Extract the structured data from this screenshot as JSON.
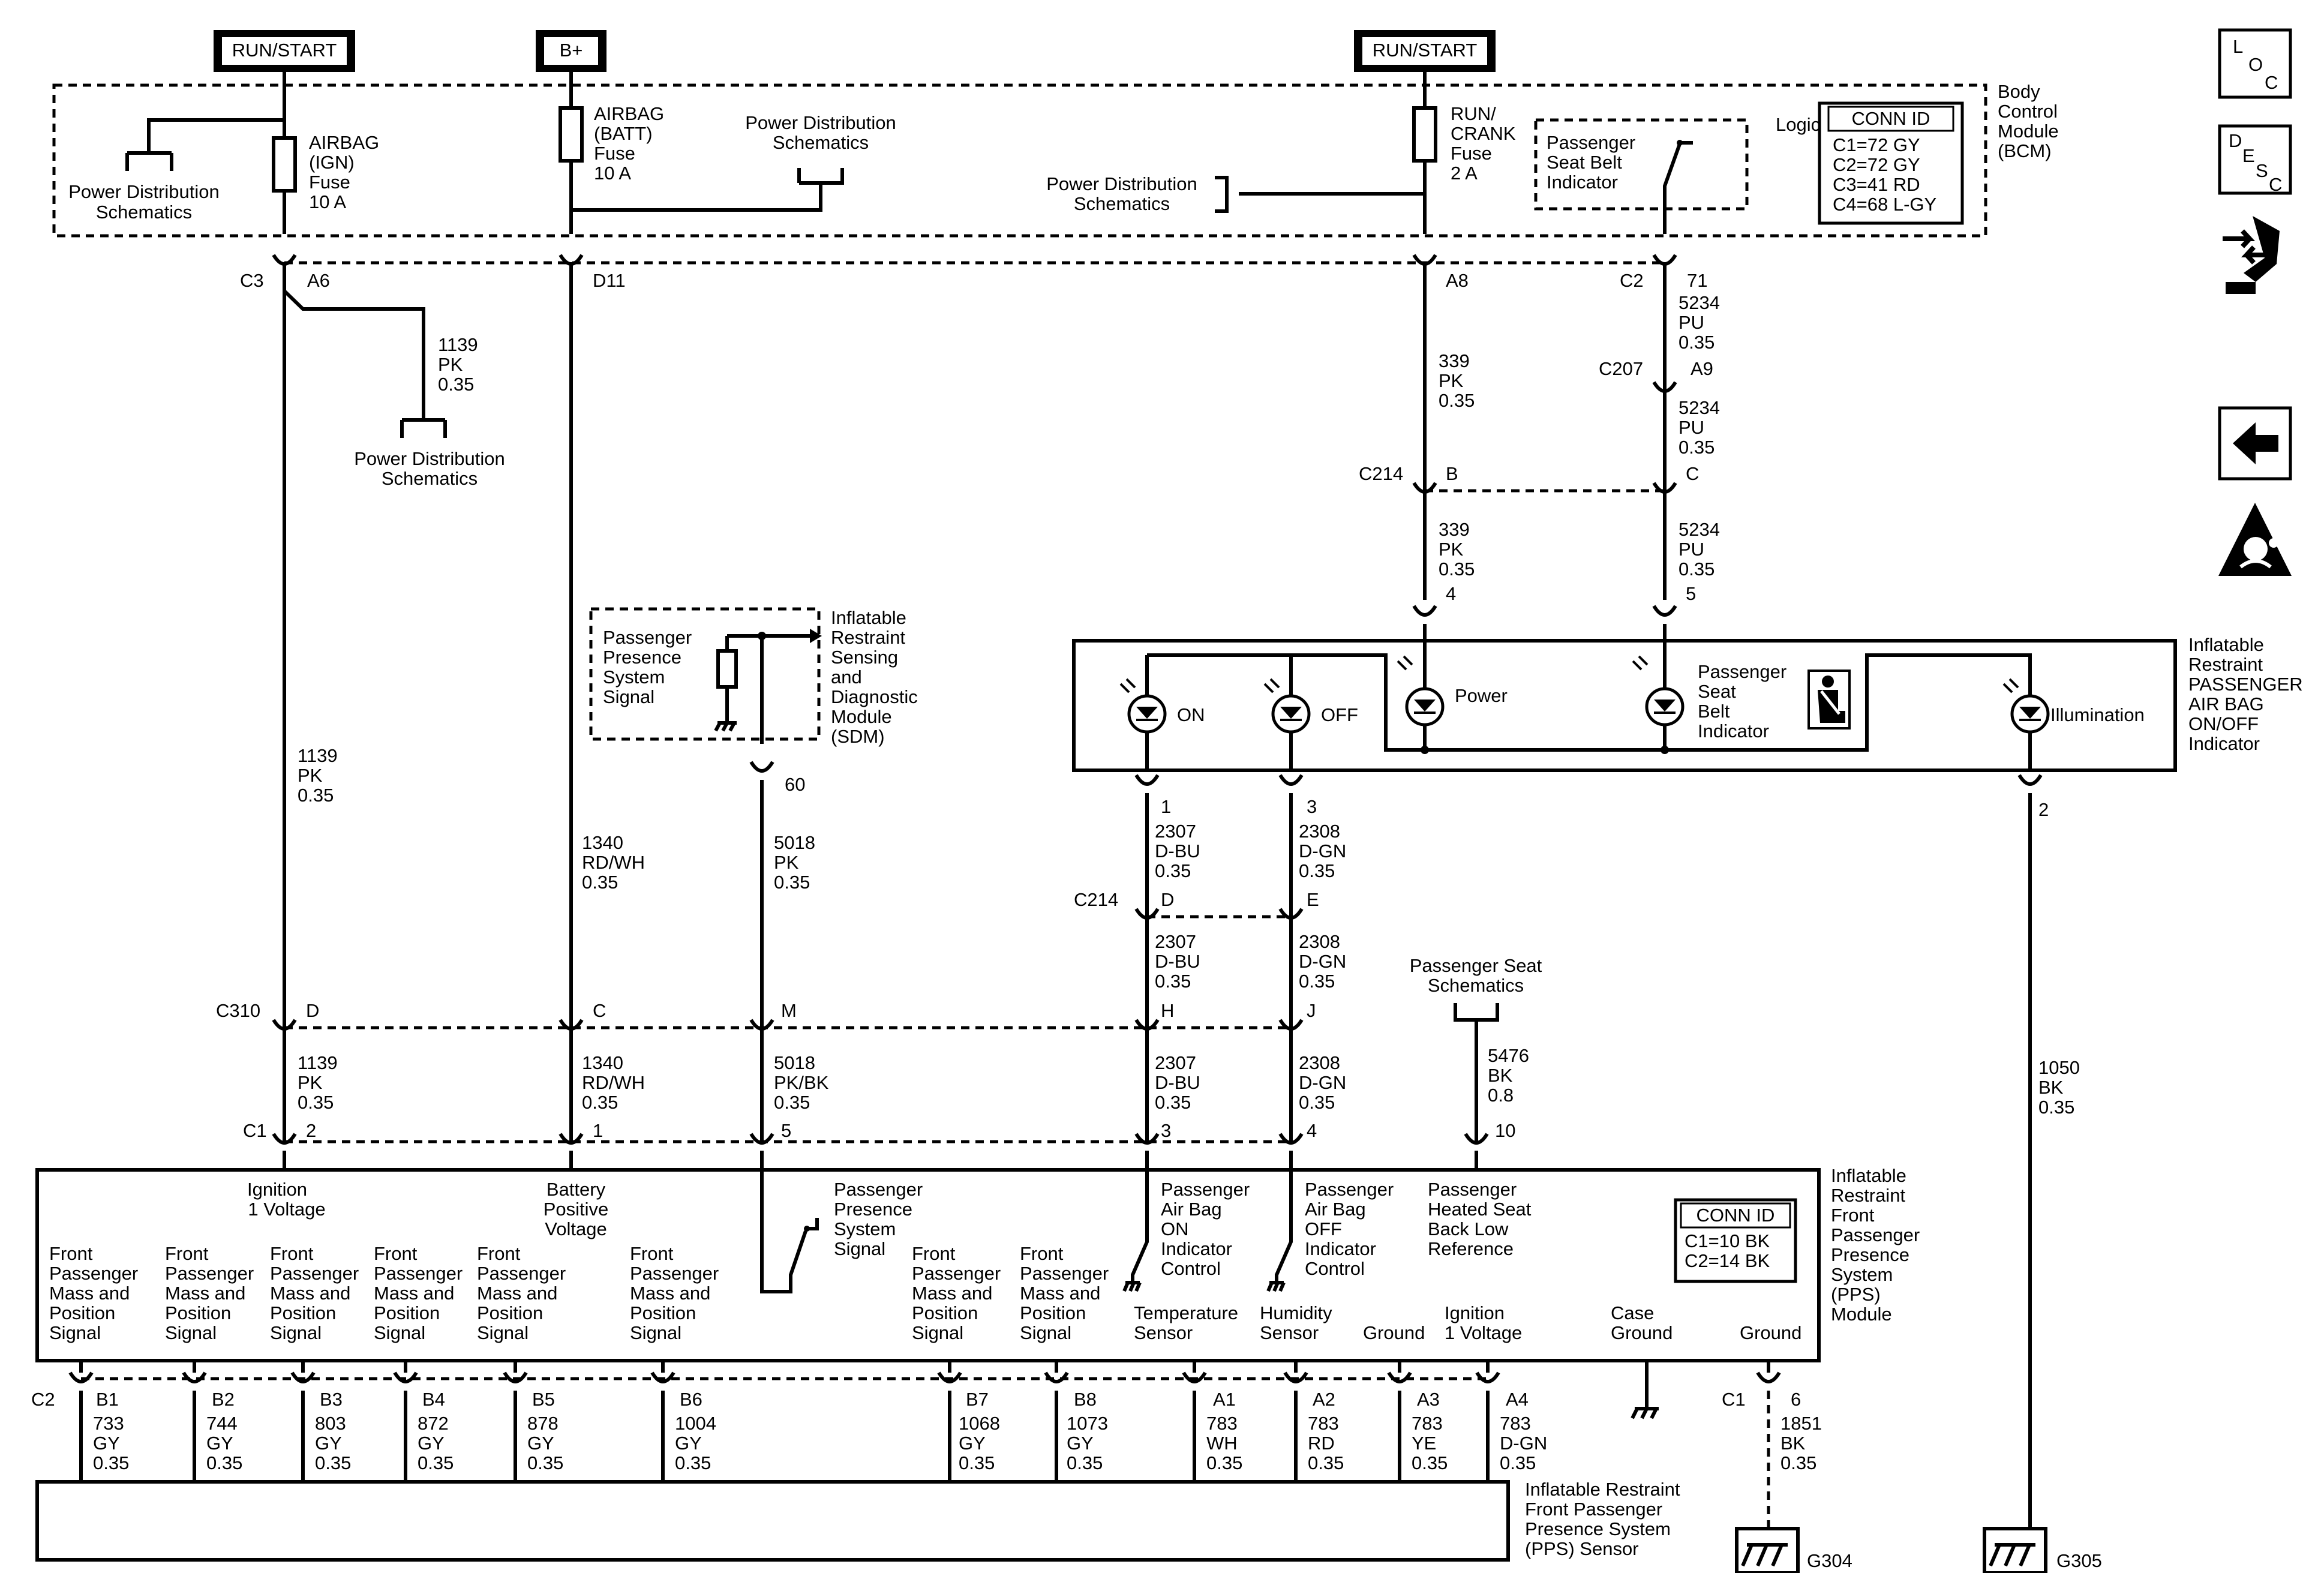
{
  "diagram": {
    "power_labels": {
      "run_start_1": "RUN/START",
      "batt": "B+",
      "run_start_2": "RUN/START"
    },
    "bcm": {
      "title": [
        "Body",
        "Control",
        "Module",
        "(BCM)"
      ],
      "fuse_ign": [
        "AIRBAG",
        "(IGN)",
        "Fuse",
        "10 A"
      ],
      "fuse_batt": [
        "AIRBAG",
        "(BATT)",
        "Fuse",
        "10 A"
      ],
      "fuse_run": [
        "RUN/",
        "CRANK",
        "Fuse",
        "2 A"
      ],
      "pds_left": [
        "Power Distribution",
        "Schematics"
      ],
      "pds_mid": [
        "Power Distribution",
        "Schematics"
      ],
      "pds_right": [
        "Power Distribution",
        "Schematics"
      ],
      "logic_label": "Logic",
      "seat_belt_indicator": [
        "Passenger",
        "Seat Belt",
        "Indicator"
      ],
      "conn_id_title": "CONN ID",
      "conn_id": [
        "C1=72 GY",
        "C2=72 GY",
        "C3=41 RD",
        "C4=68 L-GY"
      ]
    },
    "connectors": {
      "c3": "C3",
      "a6": "A6",
      "d11": "D11",
      "a8": "A8",
      "c2_top": "C2",
      "p71": "71",
      "c207": "C207",
      "a9": "A9",
      "c214": "C214",
      "b": "B",
      "c": "C",
      "p4": "4",
      "p5": "5",
      "p60": "60",
      "p1": "1",
      "p3": "3",
      "p2": "2",
      "c214b": "C214",
      "d": "D",
      "e": "E",
      "c310": "C310",
      "c310_d": "D",
      "c310_c": "C",
      "c310_m": "M",
      "c310_h": "H",
      "c310_j": "J",
      "c1": "C1",
      "c1_2": "2",
      "c1_1": "1",
      "c1_5": "5",
      "c1_3": "3",
      "c1_4": "4",
      "c1_10": "10",
      "c2": "C2",
      "b1": "B1",
      "b2": "B2",
      "b3": "B3",
      "b4": "B4",
      "b5": "B5",
      "b6": "B6",
      "b7": "B7",
      "b8": "B8",
      "a1": "A1",
      "a2": "A2",
      "a3": "A3",
      "a4": "A4",
      "c1_gnd": "C1",
      "p6": "6"
    },
    "wires": {
      "w1139_a": [
        "1139",
        "PK",
        "0.35"
      ],
      "w1139_b": [
        "1139",
        "PK",
        "0.35"
      ],
      "w1139_c": [
        "1139",
        "PK",
        "0.35"
      ],
      "w1340_a": [
        "1340",
        "RD/WH",
        "0.35"
      ],
      "w1340_b": [
        "1340",
        "RD/WH",
        "0.35"
      ],
      "w5018_a": [
        "5018",
        "PK",
        "0.35"
      ],
      "w5018_b": [
        "5018",
        "PK/BK",
        "0.35"
      ],
      "w339_a": [
        "339",
        "PK",
        "0.35"
      ],
      "w339_b": [
        "339",
        "PK",
        "0.35"
      ],
      "w5234_a": [
        "5234",
        "PU",
        "0.35"
      ],
      "w5234_b": [
        "5234",
        "PU",
        "0.35"
      ],
      "w5234_c": [
        "5234",
        "PU",
        "0.35"
      ],
      "w2307_a": [
        "2307",
        "D-BU",
        "0.35"
      ],
      "w2307_b": [
        "2307",
        "D-BU",
        "0.35"
      ],
      "w2307_c": [
        "2307",
        "D-BU",
        "0.35"
      ],
      "w2308_a": [
        "2308",
        "D-GN",
        "0.35"
      ],
      "w2308_b": [
        "2308",
        "D-GN",
        "0.35"
      ],
      "w2308_c": [
        "2308",
        "D-GN",
        "0.35"
      ],
      "w5476": [
        "5476",
        "BK",
        "0.8"
      ],
      "w1050": [
        "1050",
        "BK",
        "0.35"
      ],
      "w733": [
        "733",
        "GY",
        "0.35"
      ],
      "w744": [
        "744",
        "GY",
        "0.35"
      ],
      "w803": [
        "803",
        "GY",
        "0.35"
      ],
      "w872": [
        "872",
        "GY",
        "0.35"
      ],
      "w878": [
        "878",
        "GY",
        "0.35"
      ],
      "w1004": [
        "1004",
        "GY",
        "0.35"
      ],
      "w1068": [
        "1068",
        "GY",
        "0.35"
      ],
      "w1073": [
        "1073",
        "GY",
        "0.35"
      ],
      "w783_wh": [
        "783",
        "WH",
        "0.35"
      ],
      "w783_rd": [
        "783",
        "RD",
        "0.35"
      ],
      "w783_ye": [
        "783",
        "YE",
        "0.35"
      ],
      "w783_dgn": [
        "783",
        "D-GN",
        "0.35"
      ],
      "w1851": [
        "1851",
        "BK",
        "0.35"
      ]
    },
    "sdm": {
      "title": [
        "Inflatable",
        "Restraint",
        "Sensing",
        "and",
        "Diagnostic",
        "Module",
        "(SDM)"
      ],
      "signal": [
        "Passenger",
        "Presence",
        "System",
        "Signal"
      ]
    },
    "indicator": {
      "title": [
        "Inflatable",
        "Restraint",
        "PASSENGER",
        "AIR BAG",
        "ON/OFF",
        "Indicator"
      ],
      "on": "ON",
      "off": "OFF",
      "power": "Power",
      "seat_belt": [
        "Passenger",
        "Seat",
        "Belt",
        "Indicator"
      ],
      "illumination": "Illumination"
    },
    "pass_seat_schematics": [
      "Passenger Seat",
      "Schematics"
    ],
    "pps_module": {
      "title": [
        "Inflatable",
        "Restraint",
        "Front",
        "Passenger",
        "Presence",
        "System",
        "(PPS)",
        "Module"
      ],
      "ign1": [
        "Ignition",
        "1 Voltage"
      ],
      "batt_pos": [
        "Battery",
        "Positive",
        "Voltage"
      ],
      "pps_signal": [
        "Passenger",
        "Presence",
        "System",
        "Signal"
      ],
      "on_ctrl": [
        "Passenger",
        "Air Bag",
        "ON",
        "Indicator",
        "Control"
      ],
      "off_ctrl": [
        "Passenger",
        "Air Bag",
        "OFF",
        "Indicator",
        "Control"
      ],
      "heated_seat": [
        "Passenger",
        "Heated Seat",
        "Back Low",
        "Reference"
      ],
      "fp_signal": [
        "Front",
        "Passenger",
        "Mass and",
        "Position",
        "Signal"
      ],
      "temp_sensor": [
        "Temperature",
        "Sensor"
      ],
      "humidity_sensor": [
        "Humidity",
        "Sensor"
      ],
      "ground": "Ground",
      "ign1_b": [
        "Ignition",
        "1 Voltage"
      ],
      "case_ground": [
        "Case",
        "Ground"
      ],
      "ground_b": "Ground",
      "conn_id_title": "CONN ID",
      "conn_id": [
        "C1=10 BK",
        "C2=14 BK"
      ]
    },
    "sensor": {
      "title": [
        "Inflatable Restraint",
        "Front Passenger",
        "Presence System",
        "(PPS) Sensor"
      ]
    },
    "grounds": {
      "g304": "G304",
      "g305": "G305"
    },
    "side_icons": {
      "loc": [
        "L",
        "O",
        "C"
      ],
      "desc": [
        "D",
        "E",
        "S",
        "C"
      ],
      "icons": [
        "connector-hand-icon",
        "back-arrow-icon",
        "airbag-warning-icon"
      ]
    }
  }
}
